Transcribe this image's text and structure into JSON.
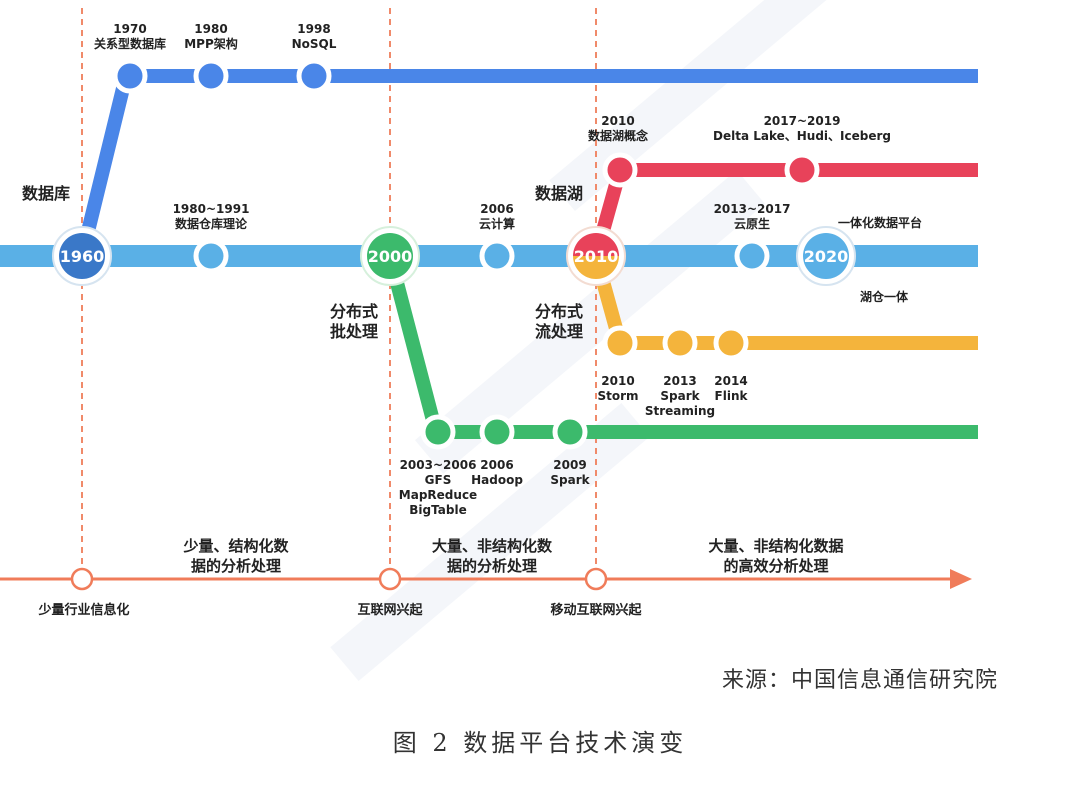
{
  "colors": {
    "database_line": "#4a86e8",
    "main_line": "#5ab0e6",
    "lake_line": "#e8425a",
    "batch_line": "#3cba6c",
    "stream_line": "#f4b43c",
    "era_axis": "#f07c5a",
    "divider": "#f08a6a"
  },
  "stations": {
    "s1960": "1960",
    "s2000": "2000",
    "s2010": "2010",
    "s2020": "2020"
  },
  "branches": {
    "database": "数据库",
    "lake": "数据湖",
    "batch": [
      "分布式",
      "批处理"
    ],
    "stream": [
      "分布式",
      "流处理"
    ]
  },
  "events": {
    "e1970": [
      "1970",
      "关系型数据库"
    ],
    "e1980": [
      "1980",
      "MPP架构"
    ],
    "e1998": [
      "1998",
      "NoSQL"
    ],
    "e1980_1991": [
      "1980~1991",
      "数据仓库理论"
    ],
    "e2006_cloud": [
      "2006",
      "云计算"
    ],
    "e2010_lake": [
      "2010",
      "数据湖概念"
    ],
    "e2017_2019": [
      "2017~2019",
      "Delta Lake、Hudi、Iceberg"
    ],
    "e2013_2017": [
      "2013~2017",
      "云原生"
    ],
    "e_unified": "一体化数据平台",
    "e_lakehouse": "湖仓一体",
    "e2010_storm": [
      "2010",
      "Storm"
    ],
    "e2013_spark": [
      "2013",
      "Spark",
      "Streaming"
    ],
    "e2014_flink": [
      "2014",
      "Flink"
    ],
    "e2003_2006": [
      "2003~2006",
      "GFS",
      "MapReduce",
      "BigTable"
    ],
    "e2006_hadoop": [
      "2006",
      "Hadoop"
    ],
    "e2009_spark": [
      "2009",
      "Spark"
    ]
  },
  "eras": {
    "era1": [
      "少量、结构化数",
      "据的分析处理"
    ],
    "era2": [
      "大量、非结构化数",
      "据的分析处理"
    ],
    "era3": [
      "大量、非结构化数据",
      "的高效分析处理"
    ]
  },
  "milestones": {
    "m1": "少量行业信息化",
    "m2": "互联网兴起",
    "m3": "移动互联网兴起"
  },
  "source": "来源：中国信息通信研究院",
  "caption": "图 2 数据平台技术演变"
}
